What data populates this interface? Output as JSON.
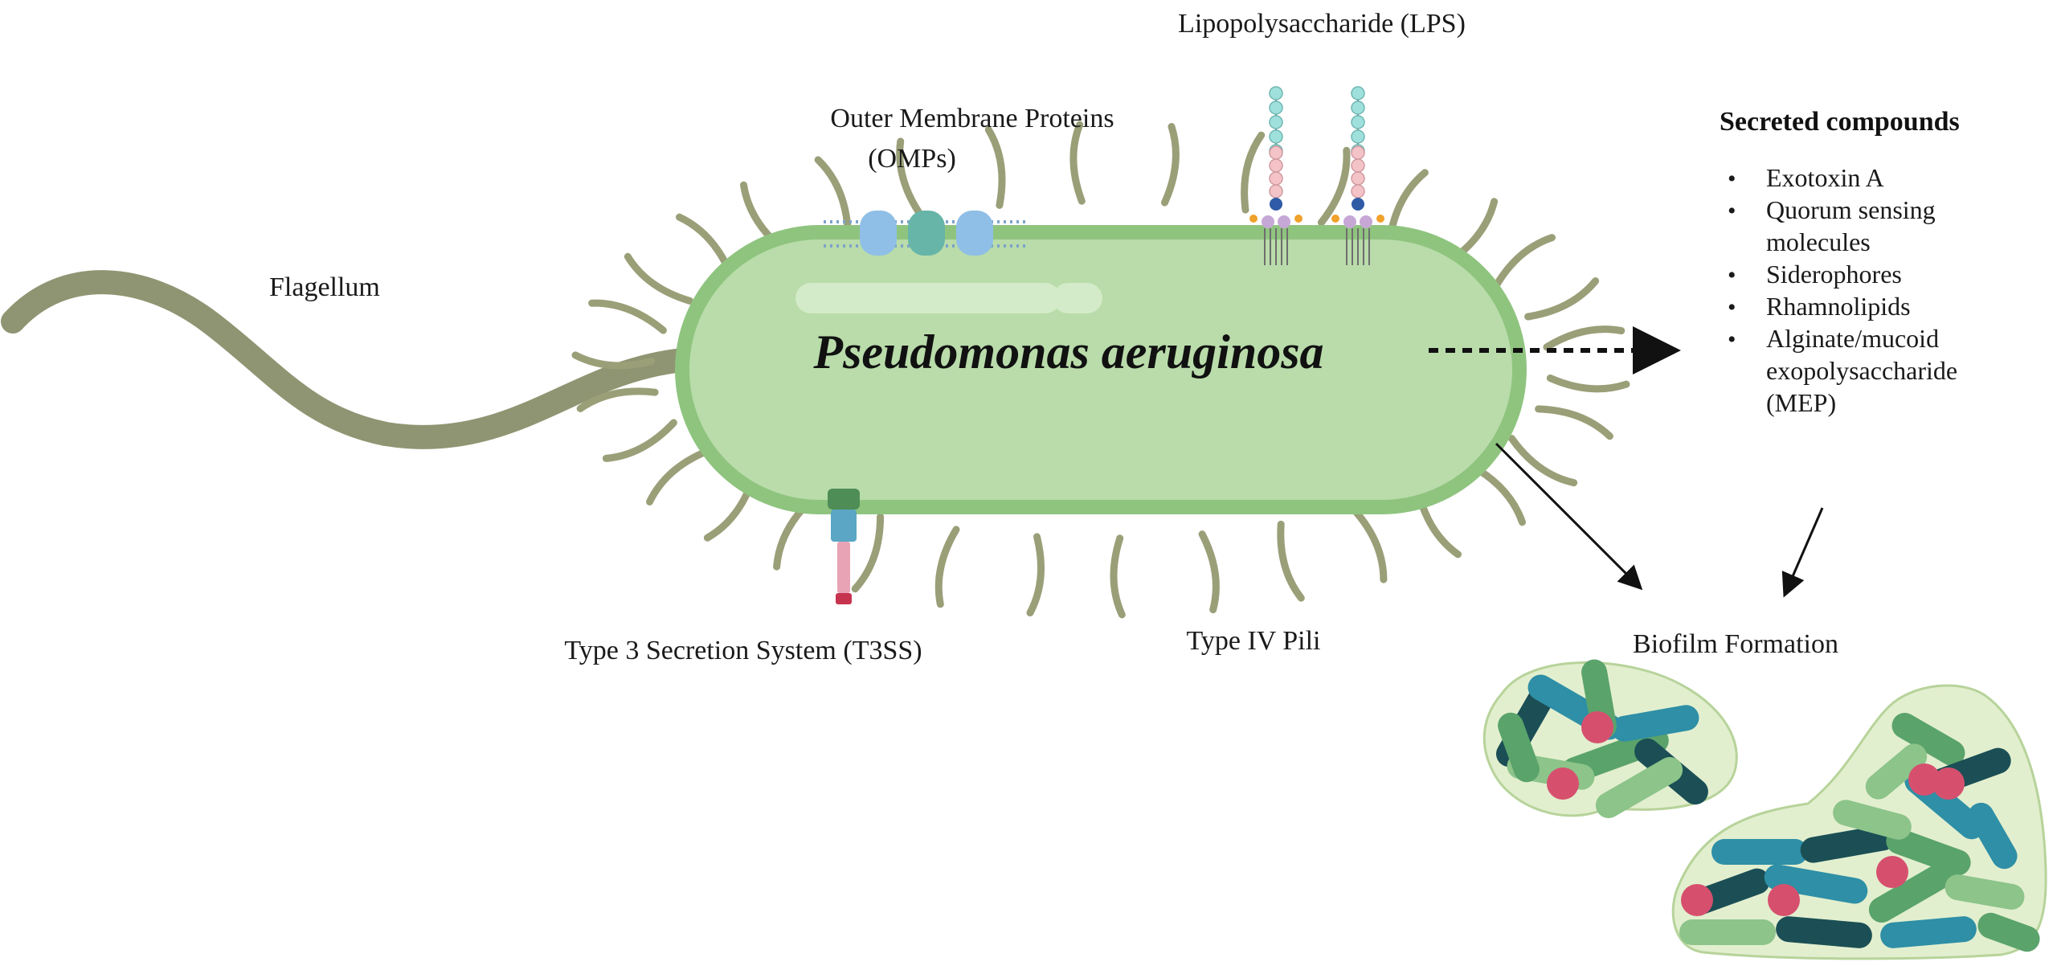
{
  "title": "Pseudomonas aeruginosa",
  "labels": {
    "flagellum": "Flagellum",
    "omp_line1": "Outer Membrane Proteins",
    "omp_line2": "(OMPs)",
    "lps": "Lipopolysaccharide (LPS)",
    "t3ss": "Type 3 Secretion System (T3SS)",
    "pili": "Type IV Pili",
    "biofilm": "Biofilm Formation"
  },
  "secreted": {
    "heading": "Secreted compounds",
    "bullet": "•",
    "items": [
      [
        "Exotoxin A"
      ],
      [
        "Quorum sensing",
        "molecules"
      ],
      [
        "Siderophores"
      ],
      [
        "Rhamnolipids"
      ],
      [
        "Alginate/mucoid",
        "exopolysaccharide",
        "(MEP)"
      ]
    ]
  },
  "colors": {
    "cell_outer": "#8fc47f",
    "cell_inner": "#b9dcaa",
    "cell_highlight": "#d3ebc8",
    "pili": "#9a9f78",
    "flagellum": "#8f9572",
    "lps_cyan": "#9fe0dc",
    "lps_pink": "#f3c3c8",
    "lps_blue": "#2f5aa6",
    "lps_lavender": "#c6a7d6",
    "lps_orange": "#f0a12a",
    "omp_blue": "#8fbfe6",
    "omp_teal": "#66b5a8",
    "t3ss_green": "#4f8d57",
    "t3ss_blue": "#5aa6c4",
    "t3ss_pink": "#e8a3b5",
    "t3ss_red": "#c7344f",
    "biofilm_matrix": "#e2efcf",
    "biofilm_border": "#b7d39a",
    "bio_dark": "#1b4f55",
    "bio_teal": "#2e8fa6",
    "bio_green": "#5aa36b",
    "bio_lightgreen": "#8cc48a",
    "bio_pink": "#d6506e",
    "arrow": "#111111"
  }
}
